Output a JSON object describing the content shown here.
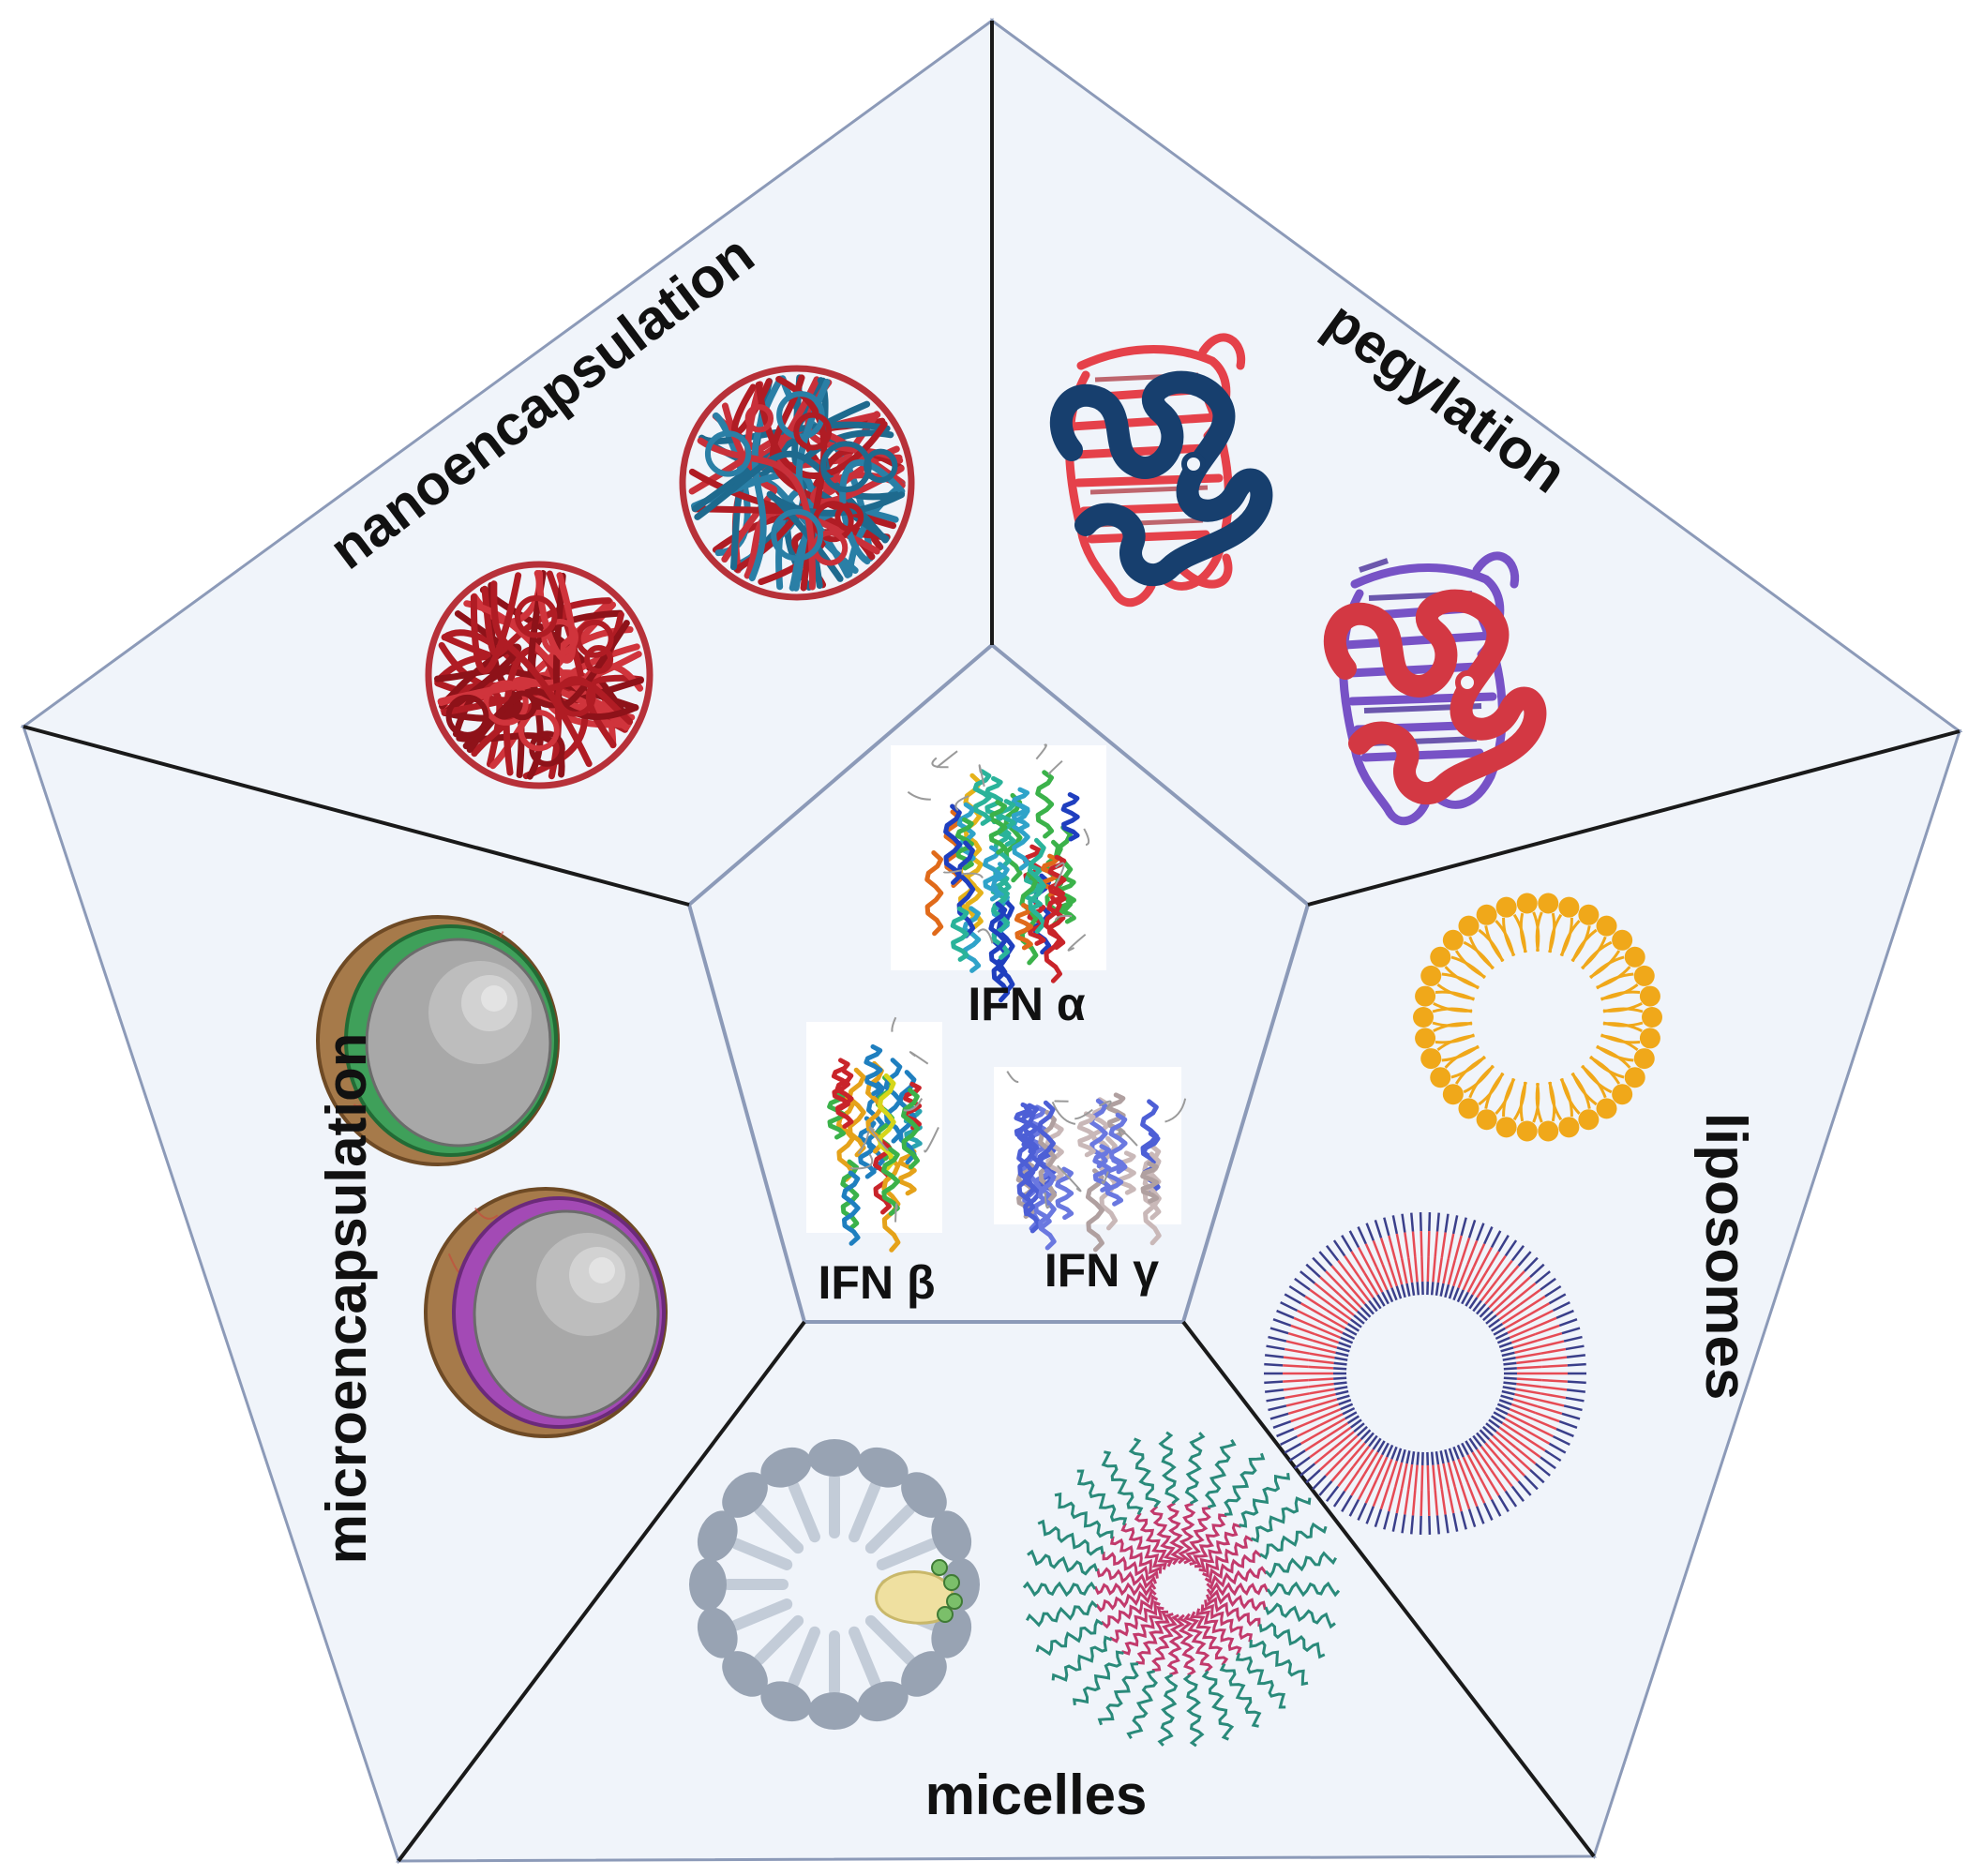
{
  "diagram": {
    "sections": {
      "nanoencapsulation": {
        "label": "nanoencapsulation"
      },
      "pegylation": {
        "label": "pegylation"
      },
      "liposomes": {
        "label": "liposomes"
      },
      "micelles": {
        "label": "micelles"
      },
      "microencapsulation": {
        "label": "microencapsulation"
      }
    },
    "center": {
      "ifn_alpha": "IFN α",
      "ifn_beta": "IFN β",
      "ifn_gamma": "IFN γ"
    }
  },
  "colors": {
    "panel_fill": "#f0f4fa",
    "border_outer": "#8c9ab8",
    "divider": "#1a1a1a",
    "nano_red": "#b01c24",
    "nano_blue": "#2a7fa6",
    "peg_navy": "#173f6e",
    "peg_red": "#e5414a",
    "peg_purple": "#7752c6",
    "lipid_orange": "#f0a81a",
    "micelle_grey": "#98a3b3",
    "micelle_teal": "#2a8a7a",
    "micelle_pink": "#c23a6c",
    "microcap_green": "#3fa05a",
    "microcap_purple": "#a34ab5",
    "microcap_shell": "#a67a4a"
  }
}
